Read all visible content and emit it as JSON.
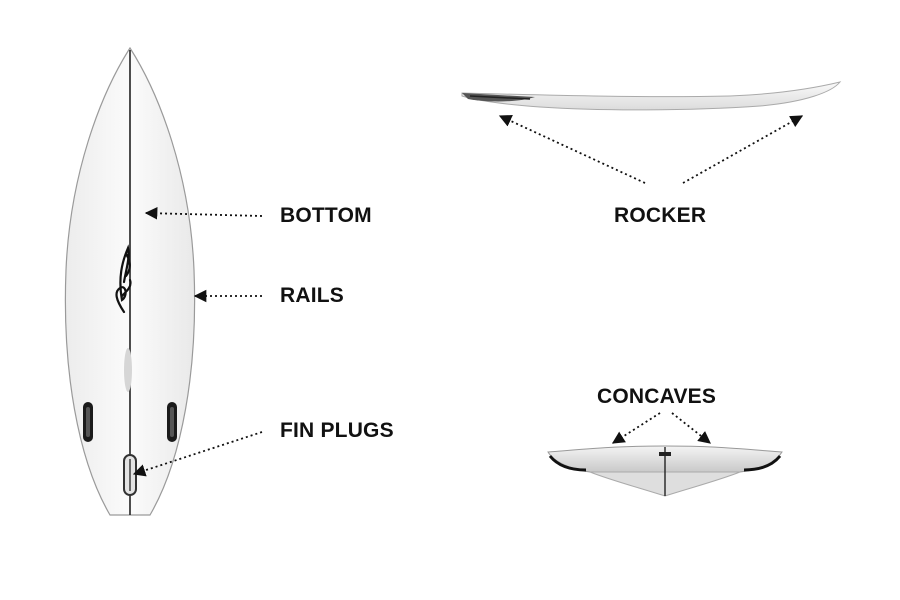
{
  "labels": {
    "bottom": "BOTTOM",
    "rails": "RAILS",
    "fin_plugs": "FIN PLUGS",
    "rocker": "ROCKER",
    "concaves": "CONCAVES"
  },
  "colors": {
    "board": "#f7f7f7",
    "outline": "#8a8a8a",
    "stringer": "#222222",
    "text": "#111111",
    "fin": "#1a1a1a"
  }
}
